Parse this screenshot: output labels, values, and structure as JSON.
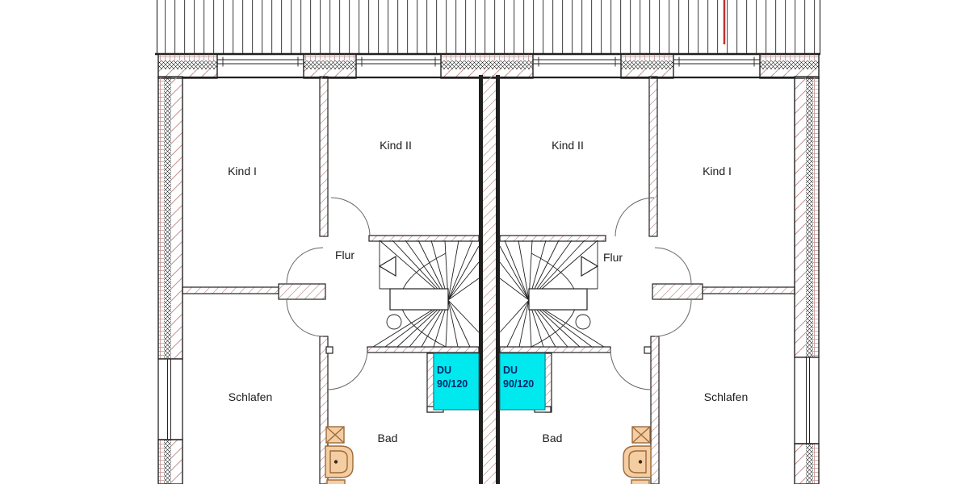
{
  "plan": {
    "labels": {
      "left": {
        "kind1": "Kind I",
        "kind2": "Kind II",
        "flur": "Flur",
        "schlafen": "Schlafen",
        "bad": "Bad"
      },
      "right": {
        "kind1": "Kind I",
        "kind2": "Kind II",
        "flur": "Flur",
        "schlafen": "Schlafen",
        "bad": "Bad"
      }
    },
    "shower": {
      "line1": "DU",
      "line2": "90/120"
    },
    "colors": {
      "shower_fill": "#00e9ef",
      "shower_text": "#00296b",
      "fixture_fill": "#f5cda2",
      "fixture_border": "#9c6b3b",
      "red_mark": "#c03030",
      "wall_dark": "#1f1f1f",
      "hatch_pink": "#c59191"
    }
  }
}
